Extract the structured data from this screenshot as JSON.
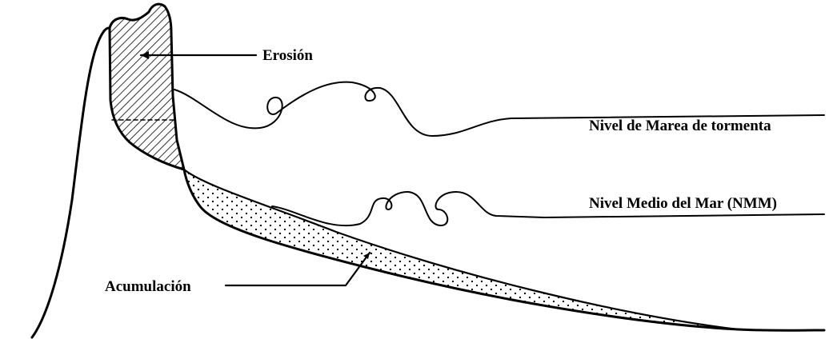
{
  "labels": {
    "erosion": "Erosión",
    "storm_tide_level": "Nivel de Marea de tormenta",
    "mean_sea_level": "Nivel Medio del Mar (NMM)",
    "accumulation": "Acumulación"
  },
  "colors": {
    "ink": "#000000",
    "background": "#ffffff"
  }
}
